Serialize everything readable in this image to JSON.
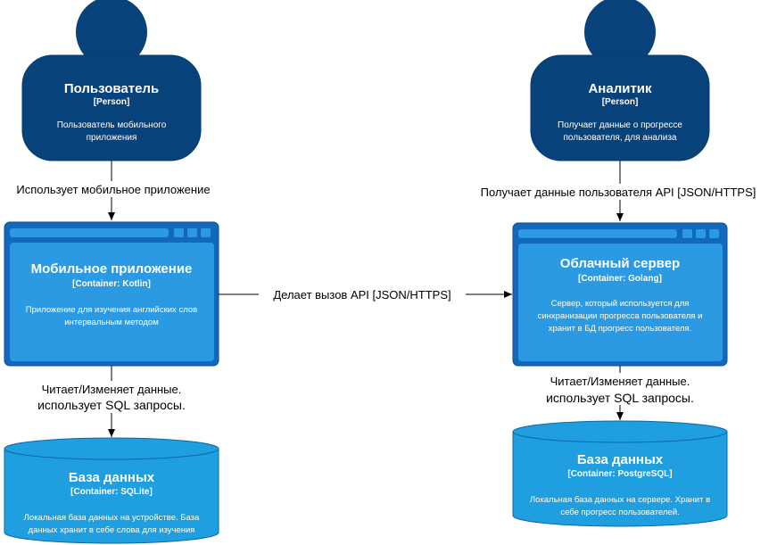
{
  "colors": {
    "person": "#08427b",
    "container": "#1168bd",
    "container_inner": "#2b9ae2",
    "db": "#1f9ee0",
    "db_stroke": "#0b6aa6",
    "arrow": "#000000"
  },
  "nodes": {
    "user": {
      "title": "Пользователь",
      "type": "[Person]",
      "desc_line1": "Пользователь мобильного",
      "desc_line2": "приложения"
    },
    "analyst": {
      "title": "Аналитик",
      "type": "[Person]",
      "desc_line1": "Получает данные о прогрессе",
      "desc_line2": "пользователя, для анализа"
    },
    "mobile_app": {
      "title": "Мобильное приложение",
      "type": "[Container: Kotlin]",
      "desc_line1": "Приложение для изучения английских слов",
      "desc_line2": "интервальным методом"
    },
    "cloud_server": {
      "title": "Облачный сервер",
      "type": "[Container: Golang]",
      "desc_line1": "Сервер, который используется для",
      "desc_line2": "синхранизации прогресса пользователя и",
      "desc_line3": "хранит в БД прогресс пользователя."
    },
    "local_db": {
      "title": "База данных",
      "type": "[Container: SQLite]",
      "desc_line1": "Локальная база данных на устройстве. База",
      "desc_line2": "данных хранит в себе слова для изучения"
    },
    "server_db": {
      "title": "База данных",
      "type": "[Container: PostgreSQL]",
      "desc_line1": "Локальная база данных на сервере. Хранит в",
      "desc_line2": "себе прогресс пользователей."
    }
  },
  "edges": {
    "user_to_app": "Использует мобильное приложение",
    "analyst_to_server": "Получает данные пользователя API [JSON/HTTPS]",
    "app_to_server": "Делает вызов API [JSON/HTTPS]",
    "app_to_db_line1": "Читает/Изменяет данные.",
    "app_to_db_line2": "использует SQL запросы.",
    "server_to_db_line1": "Читает/Изменяет данные.",
    "server_to_db_line2": "использует SQL запросы."
  }
}
